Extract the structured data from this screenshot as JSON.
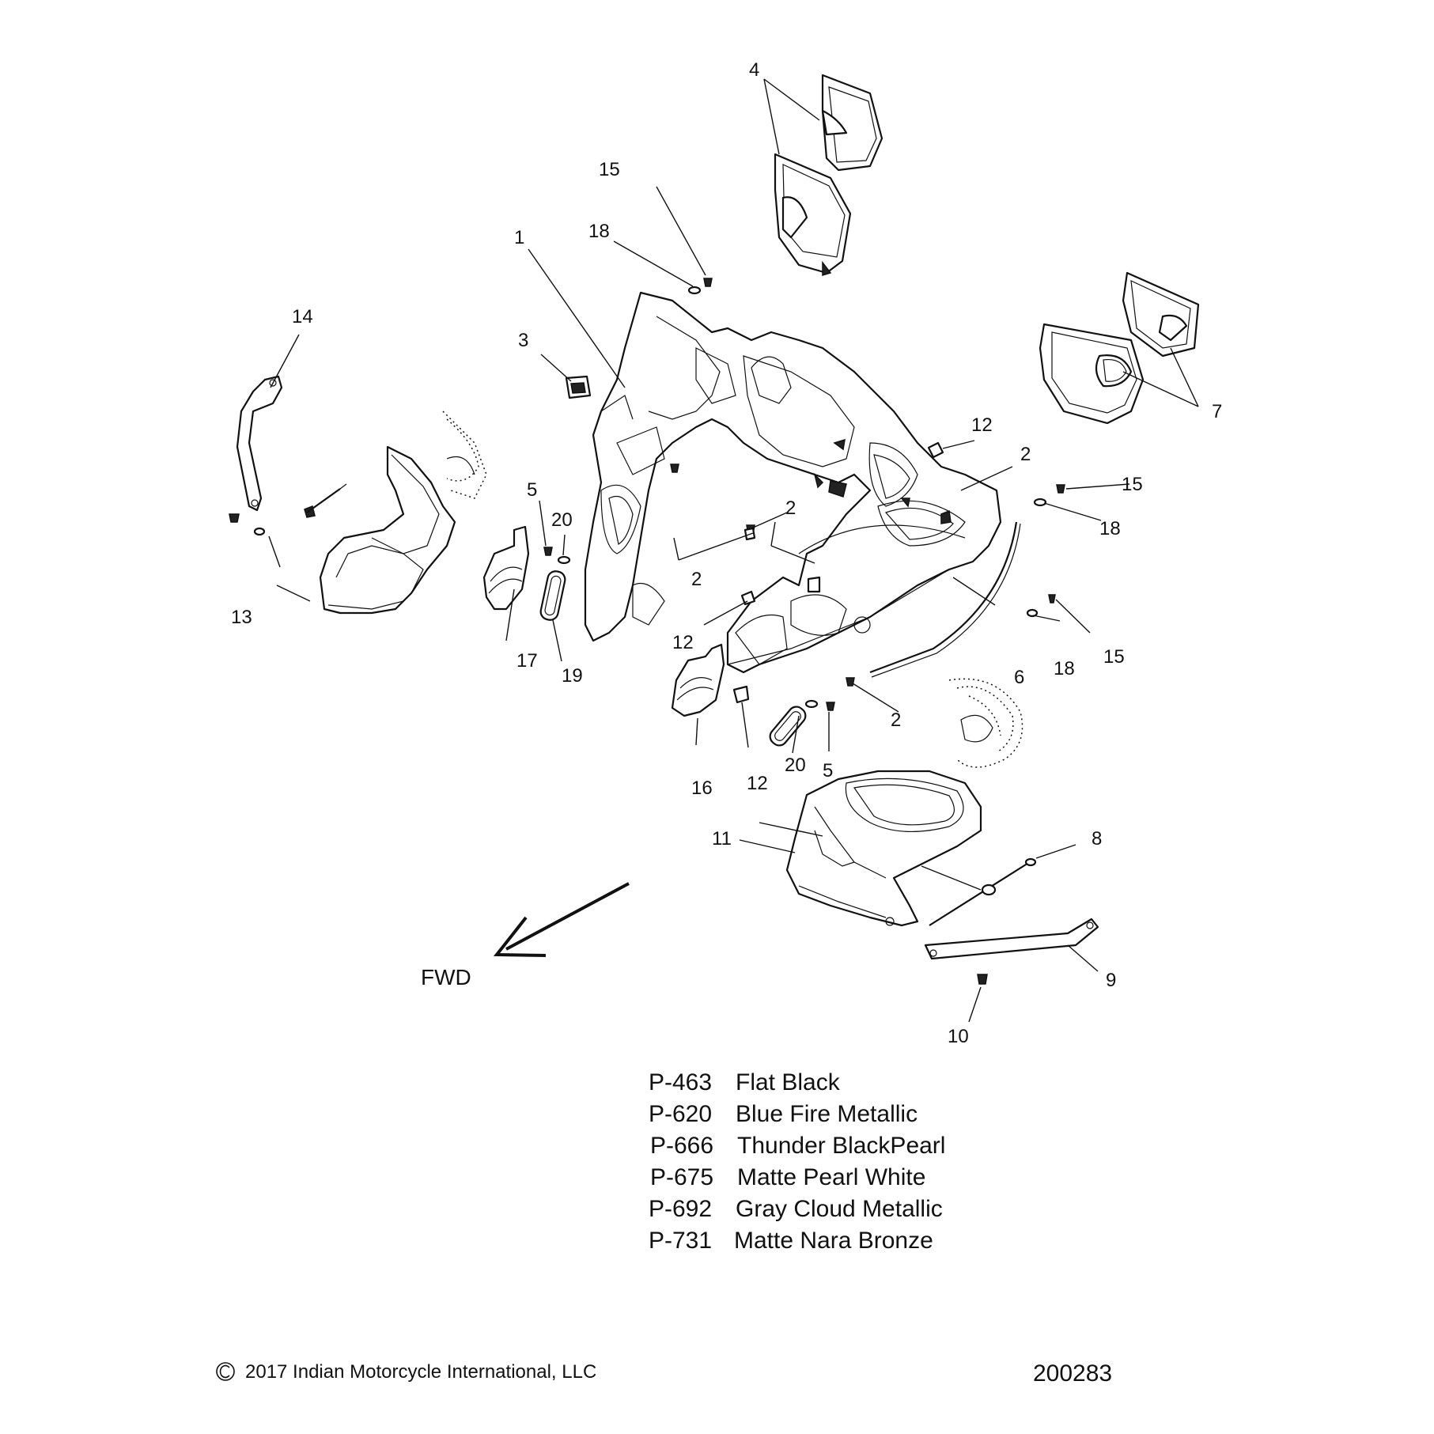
{
  "callouts": [
    "4",
    "15",
    "18",
    "1",
    "3",
    "14",
    "7",
    "12",
    "2",
    "15",
    "5",
    "20",
    "2",
    "18",
    "2",
    "13",
    "17",
    "19",
    "12",
    "6",
    "18",
    "15",
    "2",
    "16",
    "12",
    "20",
    "5",
    "11",
    "8",
    "9",
    "10"
  ],
  "fwd_label": "FWD",
  "paint_codes": [
    {
      "code": "P-463",
      "name": "Flat Black"
    },
    {
      "code": "P-620",
      "name": "Blue Fire Metallic"
    },
    {
      "code": "P-666",
      "name": "Thunder BlackPearl"
    },
    {
      "code": "P-675",
      "name": "Matte Pearl White"
    },
    {
      "code": "P-692",
      "name": "Gray Cloud Metallic"
    },
    {
      "code": "P-731",
      "name": "Matte Nara Bronze"
    }
  ],
  "copyright": "2017 Indian Motorcycle International, LLC",
  "drawing_number": "200283"
}
